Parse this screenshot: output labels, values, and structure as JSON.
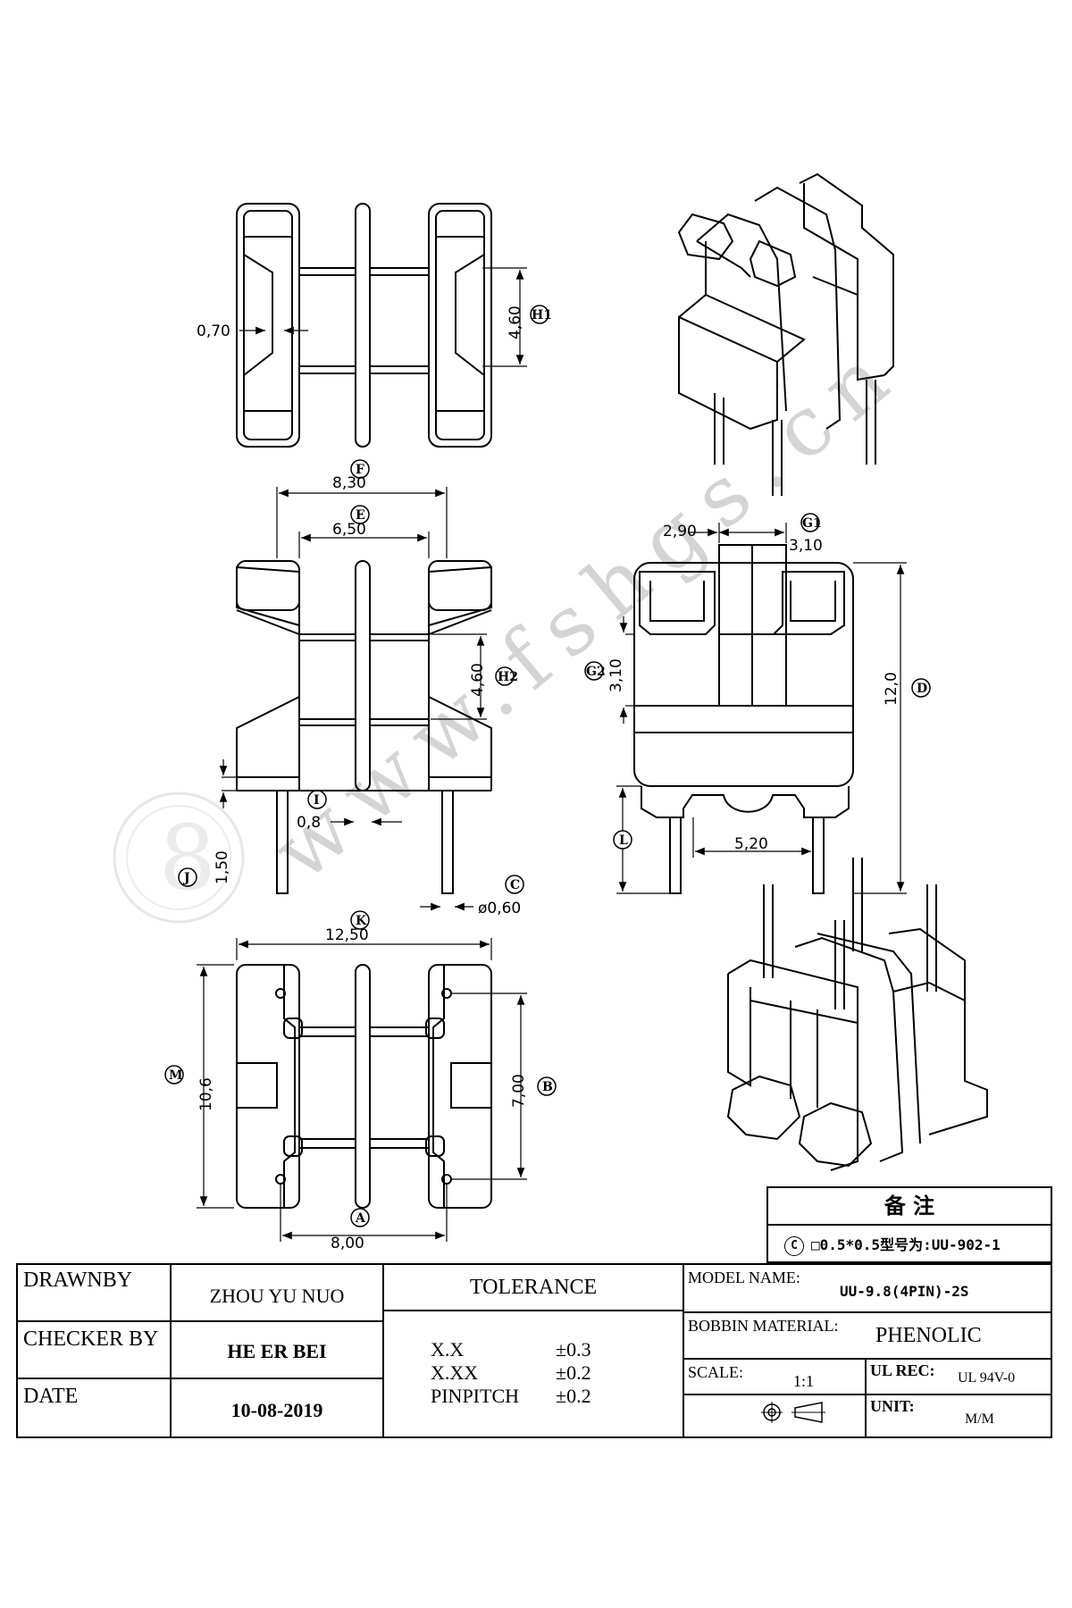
{
  "watermark": {
    "text": "www.fshgs.cn"
  },
  "views": {
    "top": {
      "dim_slot": "0,70",
      "dim_h1": "4,60",
      "tag_h1": "H1"
    },
    "front": {
      "dim_f": "8,30",
      "tag_f": "F",
      "dim_e": "6,50",
      "tag_e": "E",
      "dim_h2": "4,60",
      "tag_h2": "H2",
      "dim_i": "0,8",
      "tag_i": "I",
      "dim_j": "1,50",
      "tag_j": "J",
      "dim_c": "ø0,60",
      "tag_c": "C"
    },
    "side": {
      "dim_g1_left": "2,90",
      "dim_g1_right": "3,10",
      "tag_g1": "G1",
      "dim_g2": "3,10",
      "tag_g2": "G2",
      "dim_d": "12,0",
      "tag_d": "D",
      "dim_l": "L",
      "dim_pin_spacing": "5,20"
    },
    "bottom": {
      "dim_k": "12,50",
      "tag_k": "K",
      "dim_m": "10,6",
      "tag_m": "M",
      "dim_b": "7,00",
      "tag_b": "B",
      "dim_a": "8,00",
      "tag_a": "A"
    }
  },
  "remarks": {
    "title": "备 注",
    "tag": "C",
    "text": "□0.5*0.5型号为:UU-902-1"
  },
  "title_block": {
    "drawn_by_label": "DRAWNBY",
    "drawn_by_value": "ZHOU YU NUO",
    "checker_label": "CHECKER BY",
    "checker_value": "HE ER BEI",
    "date_label": "DATE",
    "date_value": "10-08-2019",
    "tolerance_title": "TOLERANCE",
    "tolerances": [
      {
        "key": "X.X",
        "value": "±0.3"
      },
      {
        "key": "X.XX",
        "value": "±0.2"
      },
      {
        "key": "PINPITCH",
        "value": "±0.2"
      }
    ],
    "model_label": "MODEL NAME:",
    "model_value": "UU-9.8(4PIN)-2S",
    "material_label": "BOBBIN MATERIAL:",
    "material_value": "PHENOLIC",
    "scale_label": "SCALE:",
    "scale_value": "1:1",
    "ul_label": "UL REC:",
    "ul_value": "UL 94V-0",
    "unit_label": "UNIT:",
    "unit_value": "M/M",
    "projection_icon": "third-angle-projection-icon"
  }
}
